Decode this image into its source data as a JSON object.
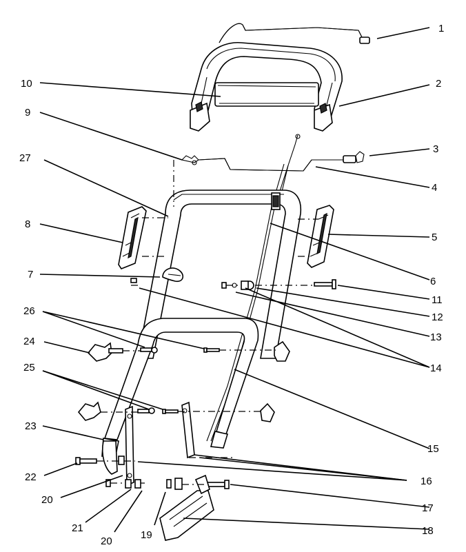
{
  "callouts": [
    "1",
    "2",
    "3",
    "4",
    "5",
    "6",
    "7",
    "8",
    "9",
    "10",
    "11",
    "12",
    "13",
    "14",
    "15",
    "16",
    "17",
    "18",
    "19",
    "20",
    "21",
    "22",
    "23",
    "24",
    "25",
    "26",
    "27"
  ],
  "extra_callouts": {
    "c14": "14",
    "c16": "16",
    "c20": "20",
    "c25": "25",
    "c26": "26"
  }
}
